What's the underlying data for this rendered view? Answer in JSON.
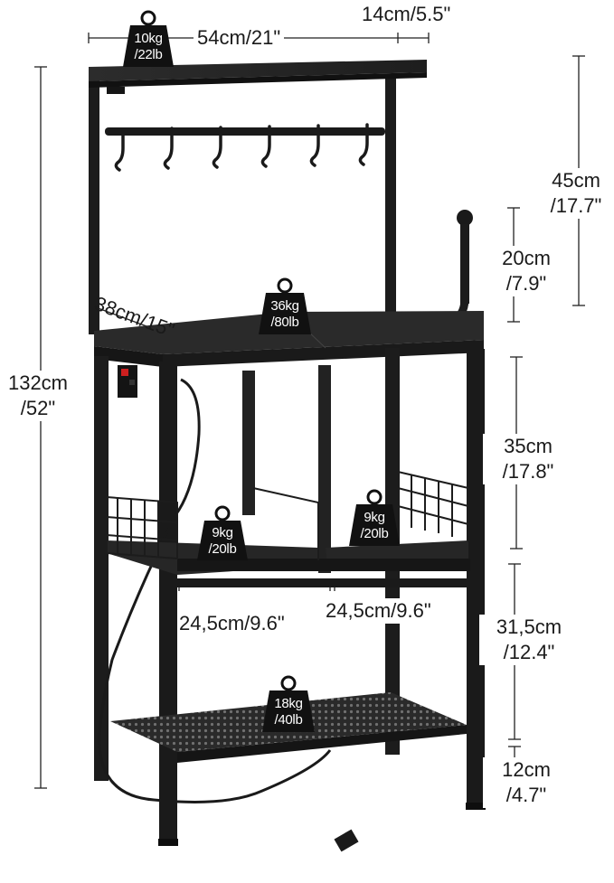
{
  "dimensions": {
    "top_width": "54cm/21\"",
    "shelf_depth": "14cm/5.5\"",
    "table_depth": "38cm/15\"",
    "total_height_cm": "132cm",
    "total_height_in": "/52\"",
    "upper_height_cm": "45cm",
    "upper_height_in": "/17.7\"",
    "post_height_cm": "20cm",
    "post_height_in": "/7.9\"",
    "middle_height_cm": "35cm",
    "middle_height_in": "/17.8\"",
    "lower_height_cm": "31,5cm",
    "lower_height_in": "/12.4\"",
    "bottom_height_cm": "12cm",
    "bottom_height_in": "/4.7\"",
    "basket_left_width": "24,5cm/9.6\"",
    "basket_right_width": "24,5cm/9.6\""
  },
  "loads": {
    "top_shelf": {
      "kg": "10kg",
      "lb": "/22lb"
    },
    "table_top": {
      "kg": "36kg",
      "lb": "/80lb"
    },
    "basket_left": {
      "kg": "9kg",
      "lb": "/20lb"
    },
    "basket_right": {
      "kg": "9kg",
      "lb": "/20lb"
    },
    "bottom_shelf": {
      "kg": "18kg",
      "lb": "/40lb"
    }
  },
  "colors": {
    "frame": "#1c1c1c",
    "panel": "#2b2b2b",
    "badge": "#111111",
    "dim_line": "#222222",
    "background": "#ffffff"
  }
}
